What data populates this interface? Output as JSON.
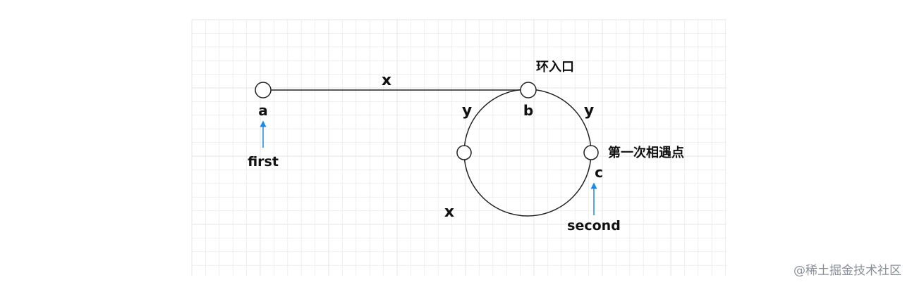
{
  "diagram": {
    "nodes": {
      "a": {
        "label": "a"
      },
      "b": {
        "label": "b"
      },
      "c": {
        "label": "c"
      },
      "left": {
        "label": ""
      }
    },
    "edge_labels": {
      "ab": "x",
      "arc_left_top": "y",
      "arc_right_top": "y",
      "arc_bottom_left": "x"
    },
    "annotations": {
      "entry": "环入口",
      "first_meet": "第一次相遇点",
      "first_pointer": "first",
      "second_pointer": "second"
    }
  },
  "watermark": "@稀土掘金技术社区",
  "colors": {
    "grid": "#e6e6e6",
    "line": "#222222",
    "text": "#111111",
    "arrow": "#1e88e5",
    "watermark": "#8a8f99"
  }
}
